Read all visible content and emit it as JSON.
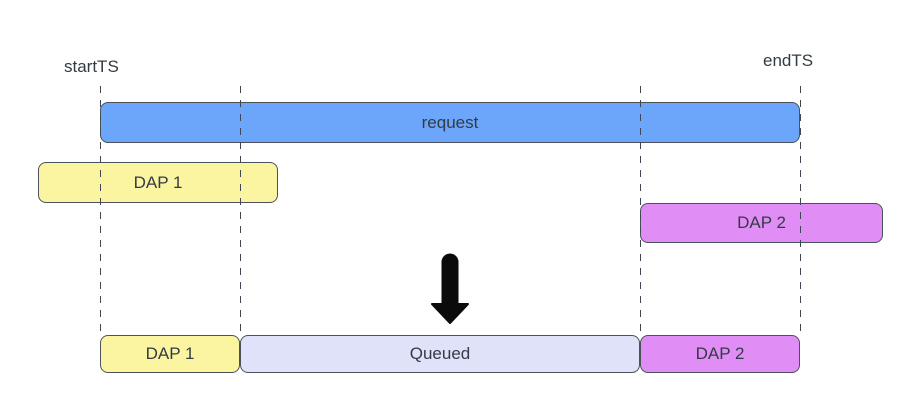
{
  "diagram": {
    "start_label": "startTS",
    "end_label": "endTS",
    "top_row": {
      "request_label": "request",
      "dap1_label": "DAP 1",
      "dap2_label": "DAP 2"
    },
    "bottom_row": {
      "dap1_label": "DAP 1",
      "queued_label": "Queued",
      "dap2_label": "DAP 2"
    },
    "icons": {
      "down_arrow": "down-arrow"
    },
    "colors": {
      "request_fill": "#6BA6FB",
      "dap_yellow_fill": "#FBF5A1",
      "dap_purple_fill": "#E08DF6",
      "queued_fill": "#DFE2F9",
      "bar_outline": "#4A5158",
      "guide_line": "#3E4753",
      "text": "#333B44",
      "arrow": "#0B0B0B"
    }
  }
}
